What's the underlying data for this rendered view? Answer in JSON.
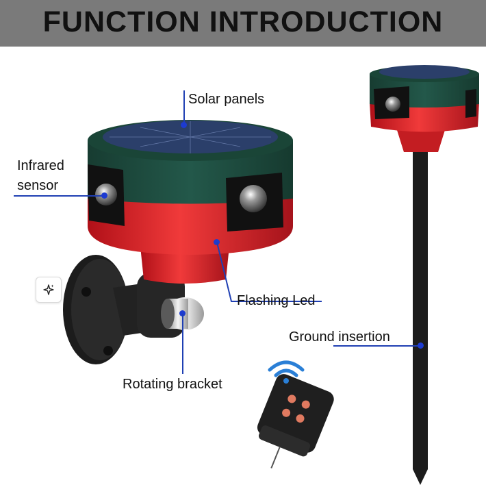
{
  "banner": {
    "title": "FUNCTION INTRODUCTION"
  },
  "labels": {
    "solar_panels": "Solar panels",
    "infrared_line1": "Infrared",
    "infrared_line2": "sensor",
    "flashing_led": "Flashing Led",
    "ground_insertion": "Ground insertion",
    "rotating_bracket": "Rotating bracket"
  },
  "icons": [
    "sparkle-icon",
    "wifi-signal-icon"
  ],
  "colors": {
    "housing_green": "#1f4a3c",
    "led_red": "#e8262b",
    "pointer_blue": "#1d3bd1",
    "banner_gray": "#7a7a7a"
  }
}
